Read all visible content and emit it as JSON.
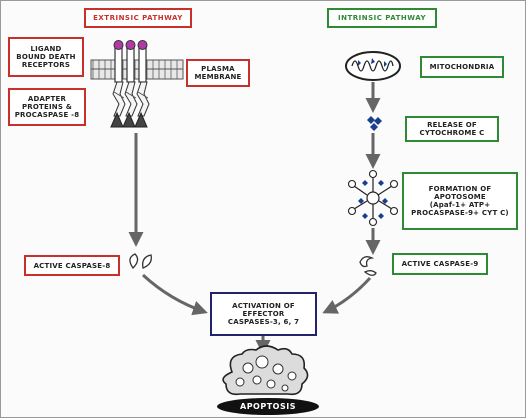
{
  "extrinsic": {
    "header": "EXTRINSIC PATHWAY",
    "ligand_label": "LIGAND\nBOUND DEATH\nRECEPTORS",
    "membrane_label": "PLASMA\nMEMBRANE",
    "adapter_label": "ADAPTER\nPROTEINS &\nPROCASPASE -8",
    "active_caspase_label": "ACTIVE CASPASE-8"
  },
  "intrinsic": {
    "header": "INTRINSIC PATHWAY",
    "mito_label": "MITOCHONDRIA",
    "cytc_label": "RELEASE OF\nCYTOCHROME C",
    "apoptosome_label": "FORMATION OF\nAPOTOSOME\n(Apaf-1+ ATP+\nPROCASPASE-9+ CYT C)",
    "active_caspase_label": "ACTIVE CASPASE-9"
  },
  "effector_label": "ACTIVATION OF\nEFFECTOR\nCASPASES-3, 6, 7",
  "outcome_label": "APOPTOSIS",
  "colors": {
    "extrinsic": "#c8302c",
    "intrinsic": "#2f8a36",
    "effector": "#23236b",
    "receptor_head": "#b13aa6",
    "mito_protein": "#1a3f8a",
    "arrow": "#6f6f6f"
  }
}
